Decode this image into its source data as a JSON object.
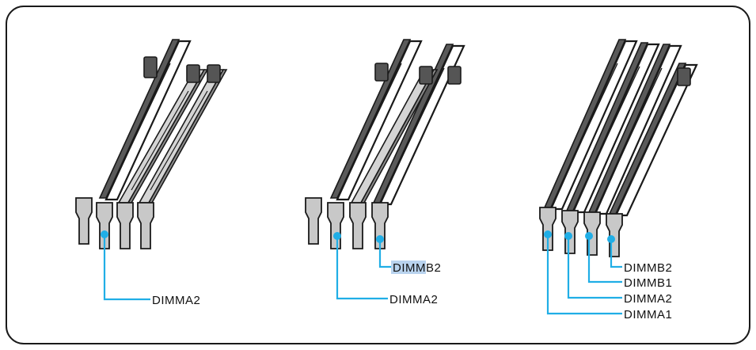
{
  "diagram": {
    "groups": [
      {
        "id": "one-dimm",
        "installed_slots": [
          "DIMMA2"
        ],
        "labels": [
          "DIMMA2"
        ]
      },
      {
        "id": "two-dimm",
        "installed_slots": [
          "DIMMA2",
          "DIMMB2"
        ],
        "labels": [
          "DIMMB2",
          "DIMMA2"
        ],
        "highlighted_text": "DIMM"
      },
      {
        "id": "four-dimm",
        "installed_slots": [
          "DIMMA1",
          "DIMMA2",
          "DIMMB1",
          "DIMMB2"
        ],
        "labels": [
          "DIMMB2",
          "DIMMB1",
          "DIMMA2",
          "DIMMA1"
        ]
      }
    ],
    "colors": {
      "leader": "#20aee6",
      "highlight": "#b9d3ee",
      "outline": "#1a1a1a"
    }
  }
}
